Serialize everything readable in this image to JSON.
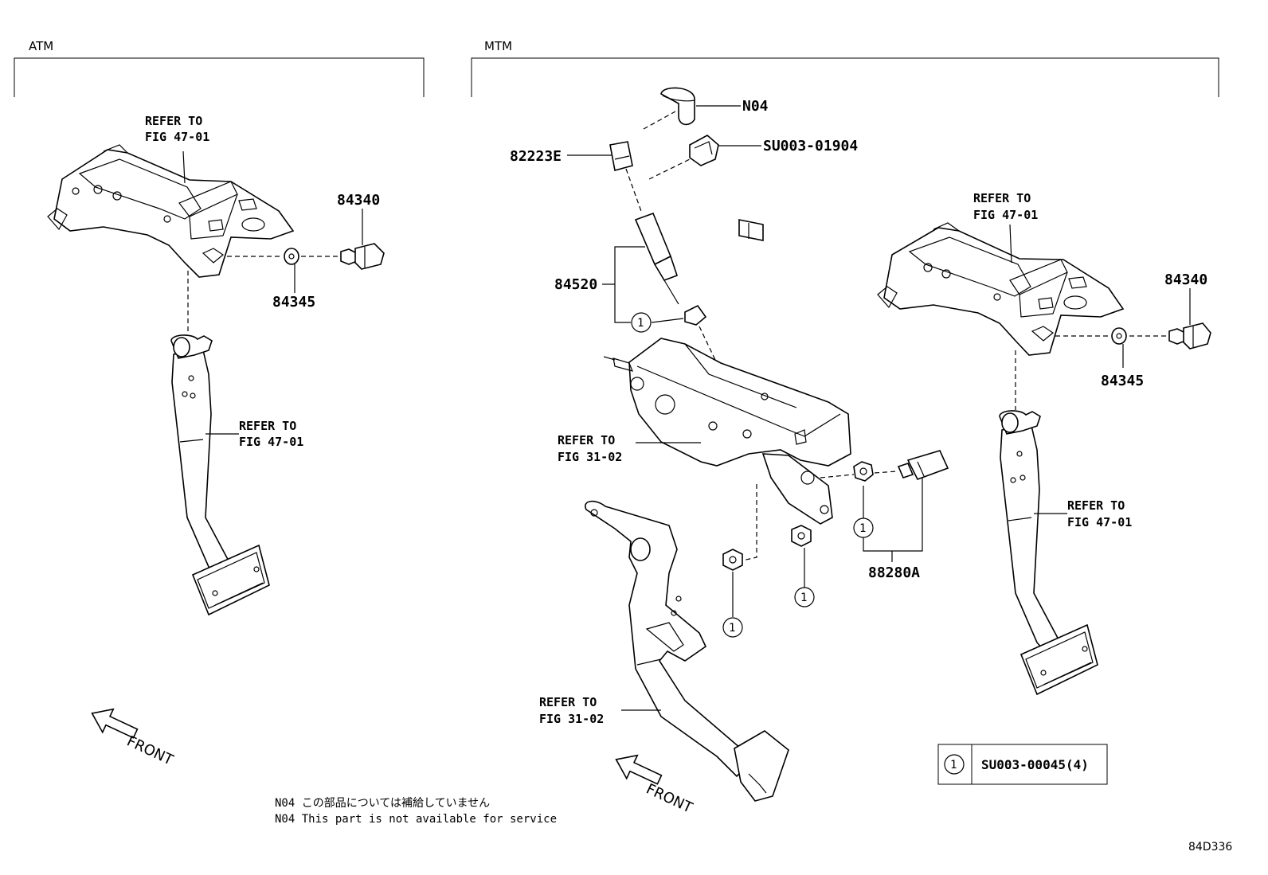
{
  "sections": {
    "atm": "ATM",
    "mtm": "MTM"
  },
  "labels": {
    "atm_84340": "84340",
    "atm_84345": "84345",
    "atm_ref_bracket_1": "REFER TO",
    "atm_ref_bracket_2": "FIG 47-01",
    "atm_ref_pedal_1": "REFER TO",
    "atm_ref_pedal_2": "FIG 47-01",
    "mtm_n04": "N04",
    "mtm_su00301904": "SU003-01904",
    "mtm_82223e": "82223E",
    "mtm_84520": "84520",
    "mtm_ref_bracket_1": "REFER TO",
    "mtm_ref_bracket_2": "FIG 31-02",
    "mtm_ref_pedal_1": "REFER TO",
    "mtm_ref_pedal_2": "FIG 31-02",
    "mtm_88280a": "88280A",
    "mtm_right_ref_bracket_1": "REFER TO",
    "mtm_right_ref_bracket_2": "FIG 47-01",
    "mtm_right_ref_pedal_1": "REFER TO",
    "mtm_right_ref_pedal_2": "FIG 47-01",
    "mtm_right_84340": "84340",
    "mtm_right_84345": "84345"
  },
  "callout": "1",
  "legend": {
    "symbol": "1",
    "part": "SU003-00045(4)"
  },
  "front_label": "FRONT",
  "notes": {
    "jp": "N04 この部品については補給していません",
    "en": "N04 This part is not available for service"
  },
  "figure_code": "84D336"
}
